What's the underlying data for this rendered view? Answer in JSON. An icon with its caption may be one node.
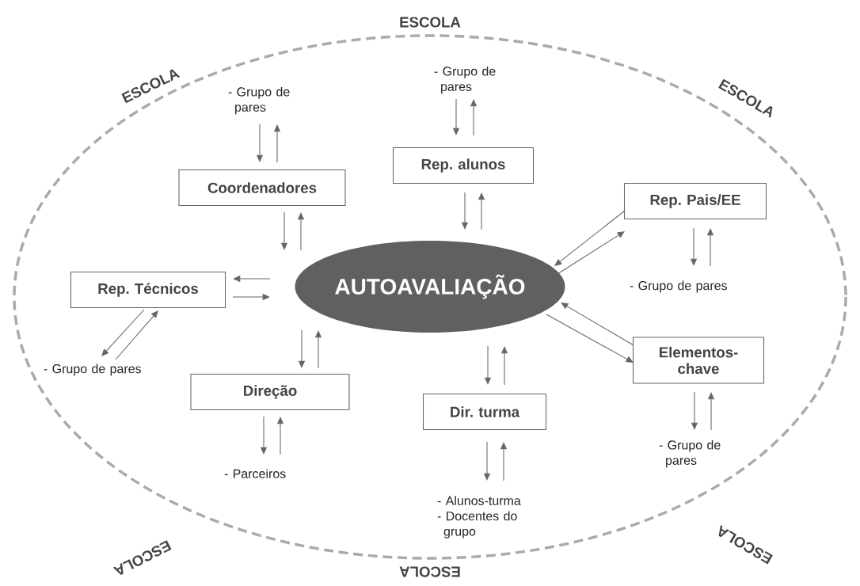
{
  "diagram": {
    "nodes": [
      {
        "text": [
          "AUTOAVALIAÇÃO"
        ]
      },
      {
        "text": [
          "Coordenadores"
        ]
      },
      {
        "text": [
          "Rep. alunos"
        ]
      },
      {
        "text": [
          "Rep. Pais/EE"
        ]
      },
      {
        "text": [
          "Rep. Técnicos"
        ]
      },
      {
        "text": [
          "Direção"
        ]
      },
      {
        "text": [
          "Dir. turma"
        ]
      },
      {
        "text": [
          "Elementos-chave"
        ]
      },
      {
        "text": [
          "- Grupo de pares"
        ]
      },
      {
        "text": [
          "- Grupo de pares"
        ]
      },
      {
        "text": [
          "- Grupo de pares"
        ]
      },
      {
        "text": [
          "- Grupo de pares"
        ]
      },
      {
        "text": [
          "- Parceiros"
        ]
      },
      {
        "text": [
          "- Alunos-turma",
          "- Docentes do grupo"
        ]
      },
      {
        "text": [
          "- Grupo de pares"
        ]
      }
    ],
    "edges": [
      {
        "from": 8,
        "to": 1,
        "arrow": "to"
      },
      {
        "from": 1,
        "to": 8,
        "arrow": "to"
      },
      {
        "from": 1,
        "to": 0,
        "arrow": "to"
      },
      {
        "from": 0,
        "to": 1,
        "arrow": "to"
      },
      {
        "from": 9,
        "to": 2,
        "arrow": "to"
      },
      {
        "from": 2,
        "to": 9,
        "arrow": "to"
      },
      {
        "from": 2,
        "to": 0,
        "arrow": "to"
      },
      {
        "from": 0,
        "to": 2,
        "arrow": "to"
      },
      {
        "from": 3,
        "to": 0,
        "arrow": "to"
      },
      {
        "from": 0,
        "to": 3,
        "arrow": "to"
      },
      {
        "from": 3,
        "to": 10,
        "arrow": "to"
      },
      {
        "from": 10,
        "to": 3,
        "arrow": "to"
      },
      {
        "from": 0,
        "to": 4,
        "arrow": "to"
      },
      {
        "from": 4,
        "to": 0,
        "arrow": "to"
      },
      {
        "from": 4,
        "to": 11,
        "arrow": "to"
      },
      {
        "from": 11,
        "to": 4,
        "arrow": "to"
      },
      {
        "from": 0,
        "to": 5,
        "arrow": "to"
      },
      {
        "from": 5,
        "to": 0,
        "arrow": "to"
      },
      {
        "from": 5,
        "to": 12,
        "arrow": "to"
      },
      {
        "from": 12,
        "to": 5,
        "arrow": "to"
      },
      {
        "from": 7,
        "to": 0,
        "arrow": "to"
      },
      {
        "from": 0,
        "to": 7,
        "arrow": "to"
      },
      {
        "from": 7,
        "to": 14,
        "arrow": "to"
      },
      {
        "from": 14,
        "to": 7,
        "arrow": "to"
      },
      {
        "from": 0,
        "to": 6,
        "arrow": "to"
      },
      {
        "from": 6,
        "to": 0,
        "arrow": "to"
      },
      {
        "from": 6,
        "to": 13,
        "arrow": "to"
      },
      {
        "from": 13,
        "to": 6,
        "arrow": "to"
      }
    ],
    "labels": [
      "ESCOLA",
      "ESCOLA",
      "ESCOLA",
      "ESCOLA",
      "ESCOLA",
      "ESCOLA"
    ]
  }
}
